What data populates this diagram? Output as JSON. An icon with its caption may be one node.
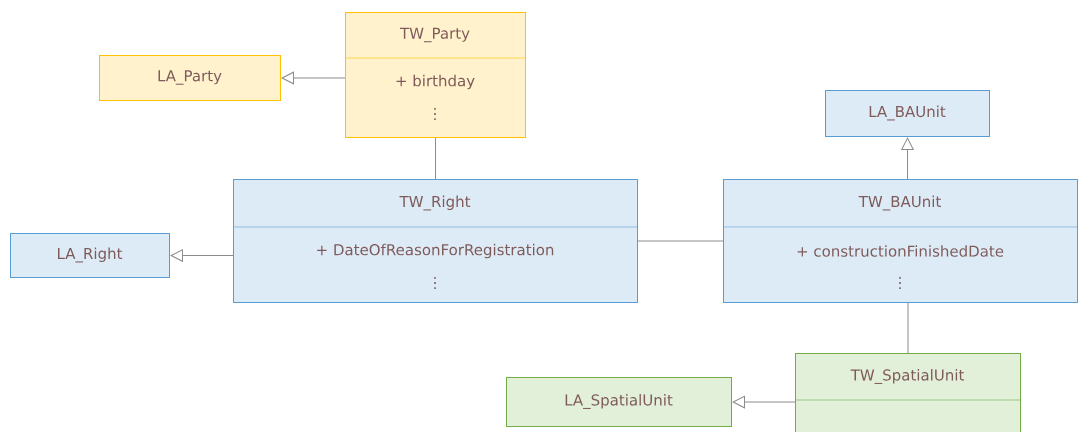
{
  "diagram": {
    "nodes": [
      {
        "text": [
          "TW_Party",
          "+ birthday",
          "⋮"
        ]
      },
      {
        "text": [
          "LA_Party"
        ]
      },
      {
        "text": [
          "LA_BAUnit"
        ]
      },
      {
        "text": [
          "TW_Right",
          "+ DateOfReasonForRegistration",
          "⋮"
        ]
      },
      {
        "text": [
          "LA_Right"
        ]
      },
      {
        "text": [
          "TW_BAUnit",
          "+ constructionFinishedDate",
          "⋮"
        ]
      },
      {
        "text": [
          "TW_SpatialUnit"
        ]
      },
      {
        "text": [
          "LA_SpatialUnit"
        ]
      }
    ],
    "edges": [
      {
        "from": 0,
        "to": 1,
        "arrow": "to"
      },
      {
        "from": 0,
        "to": 3,
        "arrow": "none"
      },
      {
        "from": 3,
        "to": 4,
        "arrow": "to"
      },
      {
        "from": 3,
        "to": 5,
        "arrow": "none"
      },
      {
        "from": 5,
        "to": 2,
        "arrow": "to"
      },
      {
        "from": 5,
        "to": 6,
        "arrow": "none"
      },
      {
        "from": 6,
        "to": 7,
        "arrow": "to"
      }
    ]
  }
}
